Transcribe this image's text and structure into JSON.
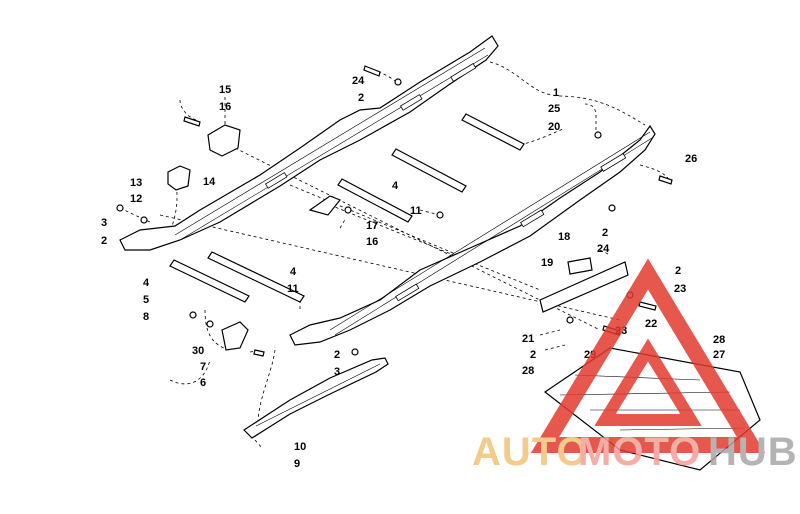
{
  "callouts": [
    {
      "id": "c1",
      "text": "1"
    },
    {
      "id": "c25",
      "text": "25"
    },
    {
      "id": "c20",
      "text": "20"
    },
    {
      "id": "c26",
      "text": "26"
    },
    {
      "id": "c24a",
      "text": "24"
    },
    {
      "id": "c2a",
      "text": "2"
    },
    {
      "id": "c15",
      "text": "15"
    },
    {
      "id": "c16a",
      "text": "16"
    },
    {
      "id": "c13",
      "text": "13"
    },
    {
      "id": "c12",
      "text": "12"
    },
    {
      "id": "c14",
      "text": "14"
    },
    {
      "id": "c3a",
      "text": "3"
    },
    {
      "id": "c2b",
      "text": "2"
    },
    {
      "id": "c4a",
      "text": "4"
    },
    {
      "id": "c17",
      "text": "17"
    },
    {
      "id": "c16b",
      "text": "16"
    },
    {
      "id": "c11a",
      "text": "11"
    },
    {
      "id": "c18",
      "text": "18"
    },
    {
      "id": "c2c",
      "text": "2"
    },
    {
      "id": "c24b",
      "text": "24"
    },
    {
      "id": "c19",
      "text": "19"
    },
    {
      "id": "c4b",
      "text": "4"
    },
    {
      "id": "c5",
      "text": "5"
    },
    {
      "id": "c4c",
      "text": "4"
    },
    {
      "id": "c11b",
      "text": "11"
    },
    {
      "id": "c2d",
      "text": "2"
    },
    {
      "id": "c23a",
      "text": "23"
    },
    {
      "id": "c8",
      "text": "8"
    },
    {
      "id": "c22",
      "text": "22"
    },
    {
      "id": "c23b",
      "text": "23"
    },
    {
      "id": "c21",
      "text": "21"
    },
    {
      "id": "c28a",
      "text": "28"
    },
    {
      "id": "c30",
      "text": "30"
    },
    {
      "id": "c2e",
      "text": "2"
    },
    {
      "id": "c29",
      "text": "29"
    },
    {
      "id": "c27",
      "text": "27"
    },
    {
      "id": "c7",
      "text": "7"
    },
    {
      "id": "c2f",
      "text": "2"
    },
    {
      "id": "c28b",
      "text": "28"
    },
    {
      "id": "c6",
      "text": "6"
    },
    {
      "id": "c3b",
      "text": "3"
    },
    {
      "id": "c10",
      "text": "10"
    },
    {
      "id": "c9",
      "text": "9"
    }
  ],
  "watermark": {
    "word_a": "AUTO",
    "word_b": "MOTO",
    "word_c": "HUB",
    "color_a": "#f2c37a",
    "color_b": "#f3a19a",
    "color_c": "#a8a8a8",
    "triangle_color": "#e23a2e"
  }
}
